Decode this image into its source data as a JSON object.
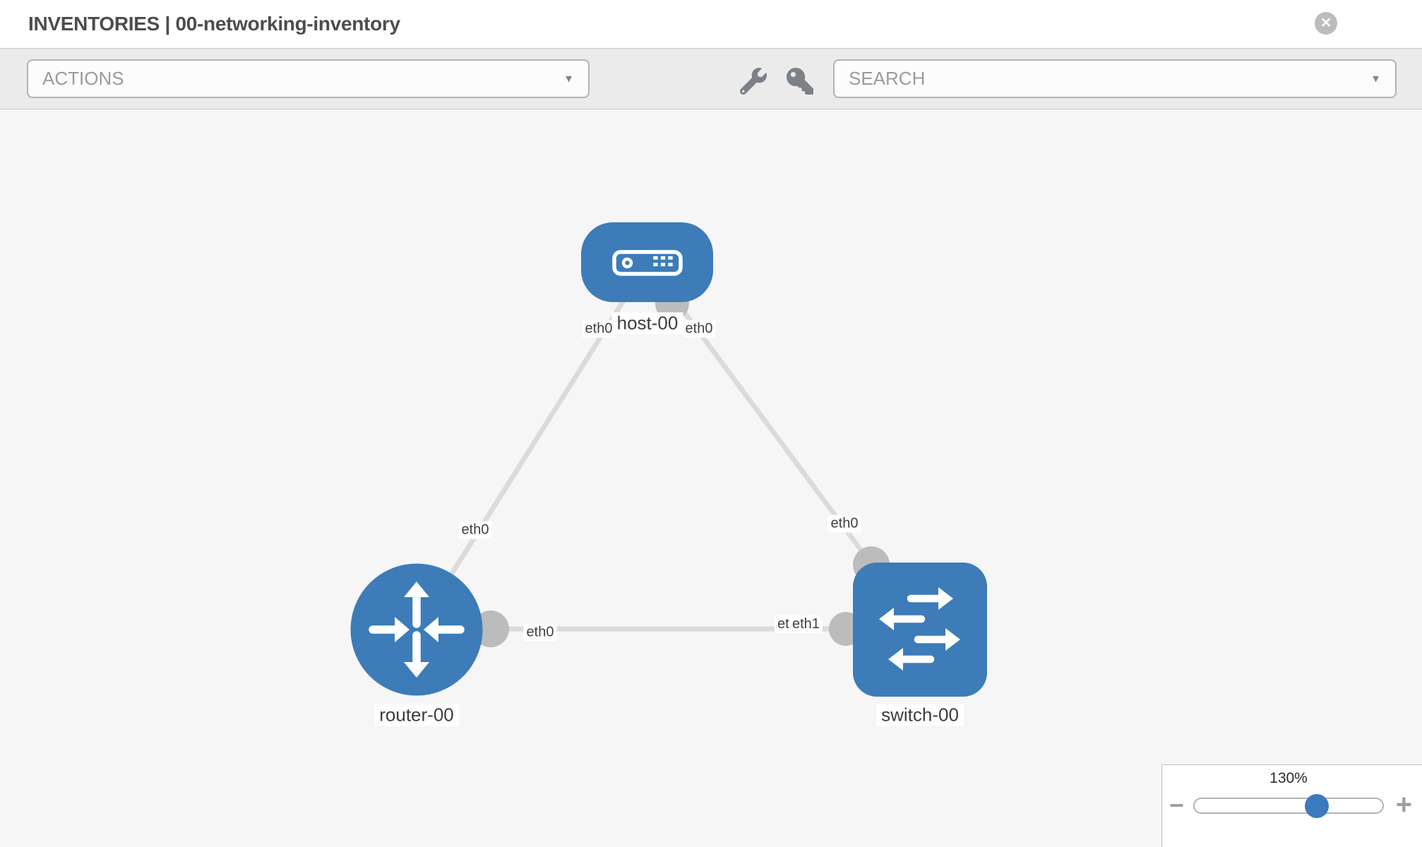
{
  "header": {
    "title": "INVENTORIES | 00-networking-inventory"
  },
  "icons": {
    "close": "×",
    "caret": "▼",
    "minus": "−",
    "plus": "+"
  },
  "toolbar": {
    "actions_label": "ACTIONS",
    "search_label": "SEARCH"
  },
  "topology": {
    "nodes": [
      {
        "id": "host-00",
        "type": "host",
        "label": "host-00"
      },
      {
        "id": "router-00",
        "type": "router",
        "label": "router-00"
      },
      {
        "id": "switch-00",
        "type": "switch",
        "label": "switch-00"
      }
    ],
    "links": [
      {
        "source": "host-00",
        "target": "router-00",
        "source_interface": "eth0",
        "target_interface": "eth0"
      },
      {
        "source": "host-00",
        "target": "switch-00",
        "source_interface": "eth0",
        "target_interface": "eth0"
      },
      {
        "source": "router-00",
        "target": "switch-00",
        "source_interface": "eth0",
        "target_interface": "eth1",
        "target_interface_overlapped": "eth0"
      }
    ]
  },
  "zoom_control": {
    "level": "130%"
  },
  "colors": {
    "node_blue": "#3d7cb8",
    "link_gray": "#dbdbdb",
    "interface_dot_gray": "#bcbcbc",
    "canvas_bg": "#f6f6f6",
    "toolbar_bg": "#ebebeb"
  }
}
